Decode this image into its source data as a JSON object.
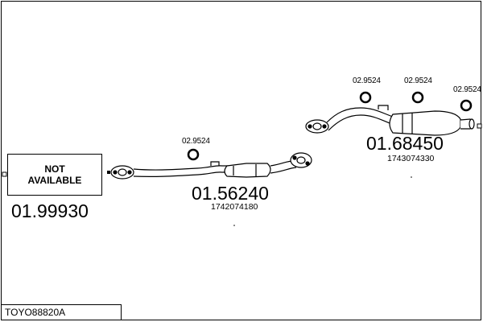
{
  "diagram": {
    "not_available_label": "NOT\nAVAILABLE",
    "part_front": {
      "number": "01.99930"
    },
    "part_middle": {
      "number": "01.56240",
      "oe_number": "1742074180"
    },
    "part_rear": {
      "number": "01.68450",
      "oe_number": "1743074330"
    },
    "hangers": [
      {
        "label": "02.9524"
      },
      {
        "label": "02.9524"
      },
      {
        "label": "02.9524"
      },
      {
        "label": "02.9524"
      }
    ],
    "vehicle_code": "TOYO88820A"
  }
}
